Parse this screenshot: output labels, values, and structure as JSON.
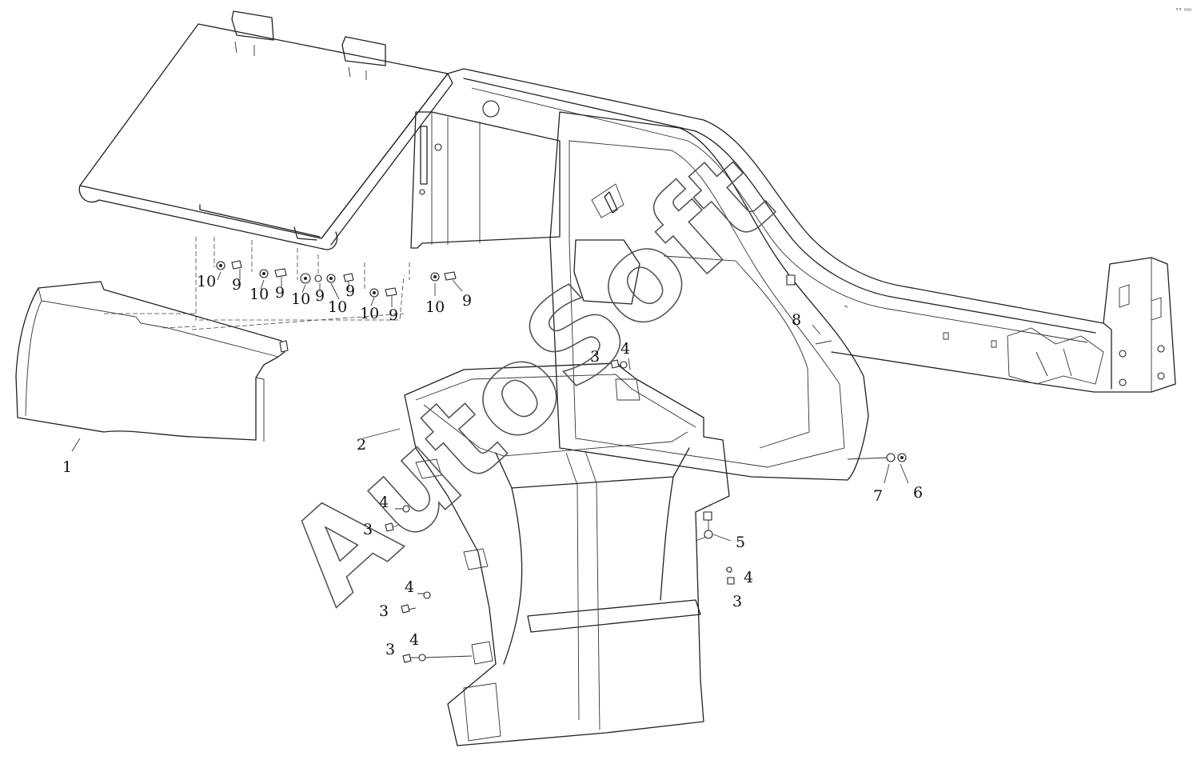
{
  "diagram": {
    "type": "exploded parts diagram",
    "watermark": "AutoSoft",
    "corner_mark": "°° ⁰⁰⁰",
    "callouts": [
      {
        "id": "c1",
        "text": "1"
      },
      {
        "id": "c2",
        "text": "2"
      },
      {
        "id": "c3a",
        "text": "3"
      },
      {
        "id": "c4a",
        "text": "4"
      },
      {
        "id": "c4b",
        "text": "4"
      },
      {
        "id": "c3b",
        "text": "3"
      },
      {
        "id": "c4c",
        "text": "4"
      },
      {
        "id": "c3c",
        "text": "3"
      },
      {
        "id": "c3d",
        "text": "3"
      },
      {
        "id": "c4d",
        "text": "4"
      },
      {
        "id": "c5",
        "text": "5"
      },
      {
        "id": "c4e",
        "text": "4"
      },
      {
        "id": "c3e",
        "text": "3"
      },
      {
        "id": "c6",
        "text": "6"
      },
      {
        "id": "c7",
        "text": "7"
      },
      {
        "id": "c8",
        "text": "8"
      },
      {
        "id": "c10a",
        "text": "10"
      },
      {
        "id": "c9a",
        "text": "9"
      },
      {
        "id": "c10b",
        "text": "10"
      },
      {
        "id": "c9b",
        "text": "9"
      },
      {
        "id": "c10c",
        "text": "10"
      },
      {
        "id": "c9c",
        "text": "9"
      },
      {
        "id": "c10d",
        "text": "10"
      },
      {
        "id": "c9d",
        "text": "9"
      },
      {
        "id": "c10e",
        "text": "10"
      },
      {
        "id": "c9e",
        "text": "9"
      },
      {
        "id": "c10f",
        "text": "10"
      },
      {
        "id": "c9f",
        "text": "9"
      }
    ]
  }
}
